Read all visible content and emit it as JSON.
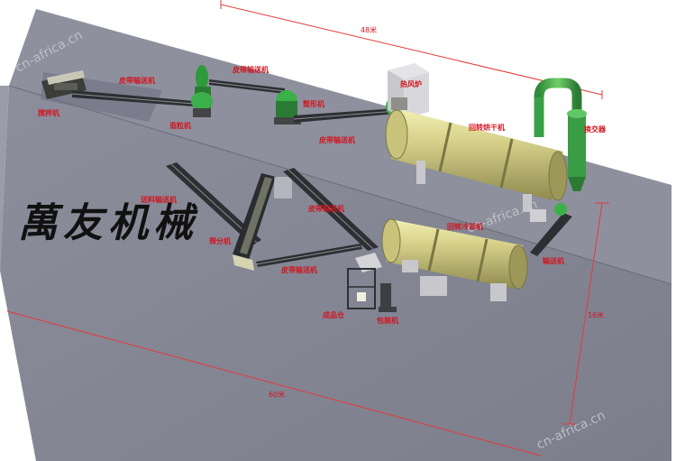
{
  "watermarks": [
    "cn-africa.cn",
    "cn-africa.cn",
    "cn-africa.cn"
  ],
  "brand": "萬友机械",
  "dimensions": {
    "top": "48米",
    "right": "16米",
    "bottom": "60米"
  },
  "labels": {
    "mixer": "搅拌机",
    "belt_conveyor_1": "皮带输送机",
    "granulator": "造粒机",
    "belt_conveyor_2": "皮带输送机",
    "rounding_machine": "整形机",
    "belt_conveyor_3": "皮带输送机",
    "hot_air_stove": "热风炉",
    "rotary_dryer": "回转烘干机",
    "heat_exchanger": "换交器",
    "feed_conveyor": "送料输送机",
    "belt_conveyor_4": "皮带输送机",
    "screener": "筛分机",
    "rotary_cooler": "回转冷却机",
    "conveyor_right": "输送机",
    "belt_conveyor_5": "皮带输送机",
    "product_bin": "成品仓",
    "packing_machine": "包装机"
  }
}
